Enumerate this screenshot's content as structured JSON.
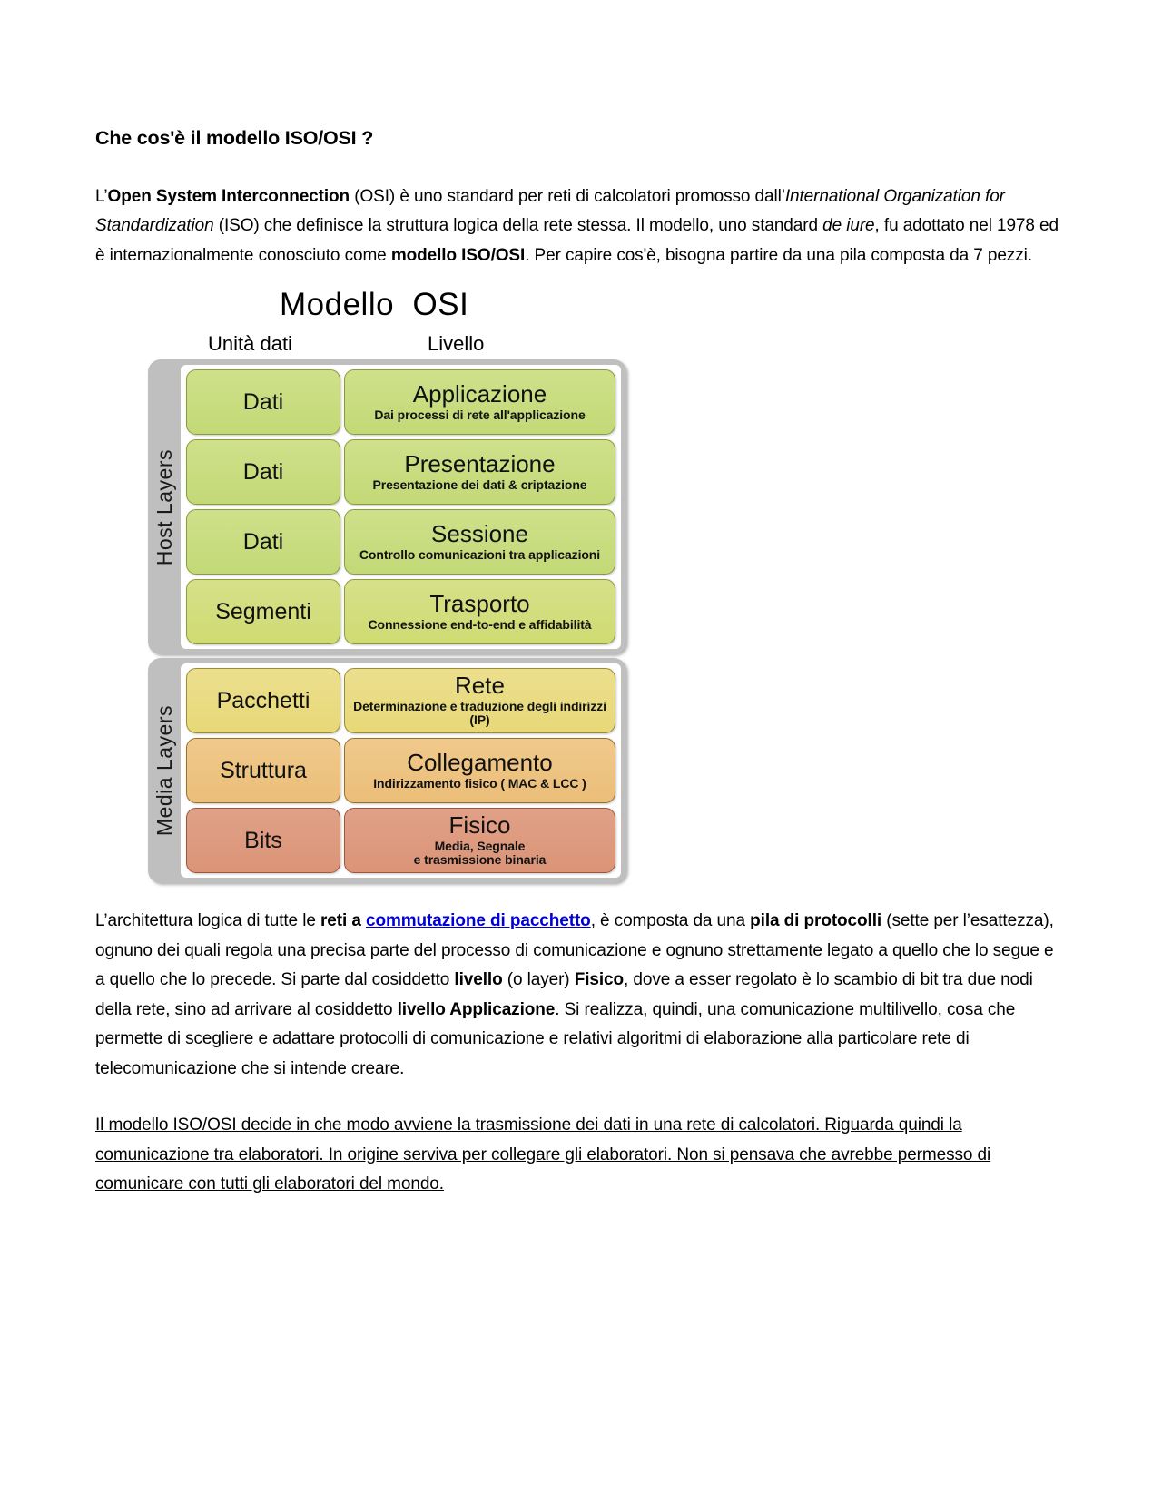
{
  "document": {
    "title": "Che cos'è il modello ISO/OSI ?",
    "paragraph_intro": {
      "segments": [
        {
          "text": "L’",
          "style": "normal"
        },
        {
          "text": "Open System Interconnection",
          "style": "bold"
        },
        {
          "text": " (OSI) è uno standard per reti di calcolatori promosso dall’",
          "style": "normal"
        },
        {
          "text": "International Organization for Standardization",
          "style": "italic"
        },
        {
          "text": " (ISO) che definisce la struttura logica della rete stessa. Il modello, uno standard ",
          "style": "normal"
        },
        {
          "text": "de iure",
          "style": "italic"
        },
        {
          "text": ", fu adottato nel 1978 ed è internazionalmente conosciuto come ",
          "style": "normal"
        },
        {
          "text": "modello ISO/OSI",
          "style": "bold"
        },
        {
          "text": ". Per capire cos'è, bisogna partire da una pila composta da 7 pezzi.",
          "style": "normal"
        }
      ]
    },
    "paragraph_architecture": {
      "segments": [
        {
          "text": "L’architettura logica di tutte le ",
          "style": "normal"
        },
        {
          "text": "reti a ",
          "style": "bold"
        },
        {
          "text": "commutazione di pacchetto",
          "style": "link"
        },
        {
          "text": ", è composta da una ",
          "style": "normal"
        },
        {
          "text": "pila di protocolli",
          "style": "bold"
        },
        {
          "text": " (sette per l’esattezza), ognuno dei quali regola una precisa parte del processo di comunicazione e ognuno strettamente legato a quello che lo segue e a quello che lo precede. Si parte dal cosiddetto ",
          "style": "normal"
        },
        {
          "text": "livello",
          "style": "bold"
        },
        {
          "text": " (o layer) ",
          "style": "normal"
        },
        {
          "text": "Fisico",
          "style": "bold"
        },
        {
          "text": ", dove a esser regolato è lo scambio di bit tra due nodi della rete, sino ad arrivare al cosiddetto ",
          "style": "normal"
        },
        {
          "text": "livello Applicazione",
          "style": "bold"
        },
        {
          "text": ". Si realizza, quindi, una comunicazione multilivello, cosa che permette di scegliere e adattare protocolli di comunicazione e relativi algoritmi di elaborazione alla particolare rete di telecomunicazione che si intende creare.",
          "style": "normal"
        }
      ]
    },
    "paragraph_final": {
      "underlined": true,
      "text": "Il modello ISO/OSI decide in che modo avviene la trasmissione dei dati in una rete di calcolatori. Riguarda quindi la comunicazione tra elaboratori. In origine serviva per collegare gli elaboratori. Non si pensava che avrebbe permesso di comunicare con tutti gli elaboratori del mondo."
    }
  },
  "osi_diagram": {
    "title": "Modello  OSI",
    "column_headers": {
      "unit": "Unità dati",
      "level": "Livello"
    },
    "groups": [
      {
        "label": "Host Layers",
        "layers": [
          {
            "unit": "Dati",
            "name": "Applicazione",
            "description": "Dai processi di rete all'applicazione",
            "color": "#c9dc81"
          },
          {
            "unit": "Dati",
            "name": "Presentazione",
            "description": "Presentazione dei dati & criptazione",
            "color": "#c9dc81"
          },
          {
            "unit": "Dati",
            "name": "Sessione",
            "description": "Controllo comunicazioni tra applicazioni",
            "color": "#c9dc81"
          },
          {
            "unit": "Segmenti",
            "name": "Trasporto",
            "description": "Connessione end-to-end e affidabilità",
            "color": "#d3dc7c"
          }
        ]
      },
      {
        "label": "Media Layers",
        "layers": [
          {
            "unit": "Pacchetti",
            "name": "Rete",
            "description": "Determinazione e traduzione degli indirizzi (IP)",
            "color": "#e9db80"
          },
          {
            "unit": "Struttura",
            "name": "Collegamento",
            "description": "Indirizzamento fisico ( MAC & LCC )",
            "color": "#edc382"
          },
          {
            "unit": "Bits",
            "name": "Fisico",
            "description": "Media, Segnale\ne trasmissione binaria",
            "color": "#dd9a7f"
          }
        ]
      }
    ]
  }
}
